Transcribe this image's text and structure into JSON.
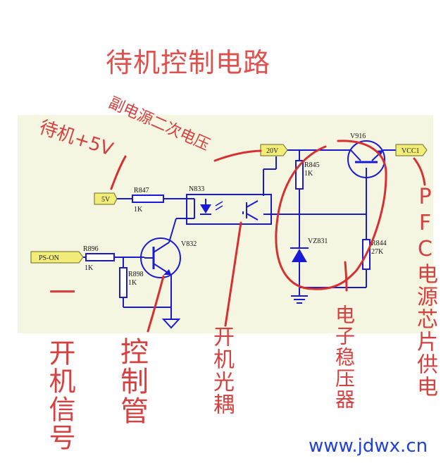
{
  "title": "待机控制电路",
  "annotations": {
    "standby_5v": "待机+5V",
    "secondary_voltage": "副电源二次电压",
    "pfc_supply": "PFC电源芯片供电",
    "power_on_signal": "一 开机信号",
    "control_tube": "控制管",
    "optocoupler": "开机光耦",
    "regulator": "电子稳压器"
  },
  "schematic": {
    "labels": {
      "v5": "5V",
      "ps_on": "PS-ON",
      "v20": "20V",
      "vcc1": "VCC1",
      "r847": "R847",
      "r847_val": "1K",
      "r896": "R896",
      "r896_val": "1K",
      "r898": "R898",
      "r898_val": "1K",
      "r845": "R845",
      "r845_val": "1K",
      "r844": "R844",
      "r844_val": "27K",
      "n833": "N833",
      "v832": "V832",
      "v916": "V916",
      "vz831": "VZ831"
    }
  },
  "watermark": "www.jdwx.cn",
  "colors": {
    "board": "#f5f6e1",
    "wire": "#1a1ad6",
    "flag": "#f2ec78",
    "annotation": "#d6403f",
    "circle": "#d63030"
  }
}
